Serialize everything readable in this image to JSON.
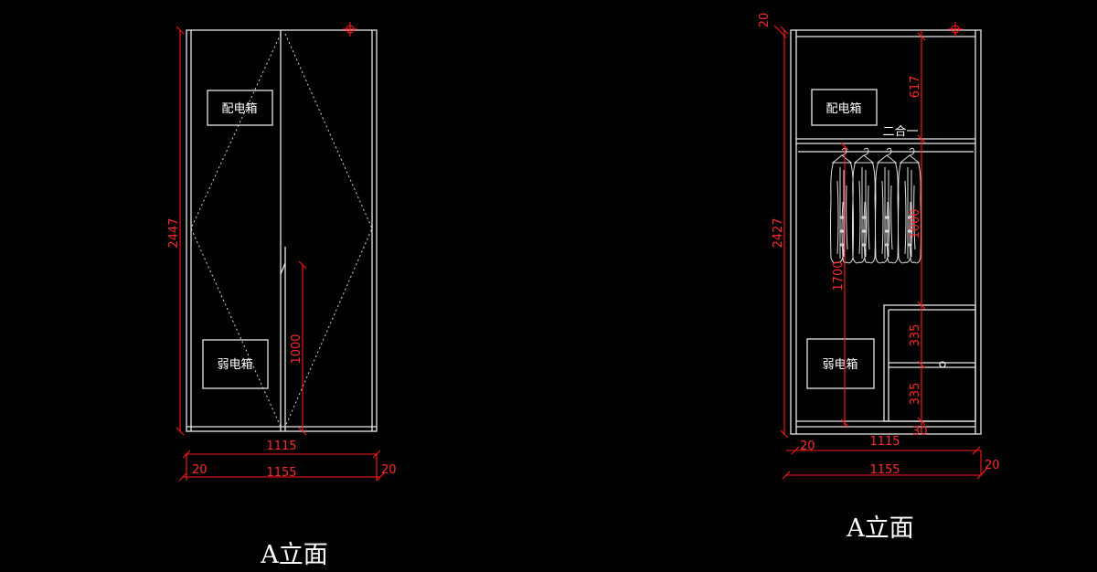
{
  "left": {
    "box_top": "配电箱",
    "box_bottom": "弱电箱",
    "dim_height": "2447",
    "dim_handle": "1000",
    "dim_inner": "1115",
    "dim_outer": "1155",
    "dim_side_left": "20",
    "dim_side_right": "20",
    "caption": "A立面"
  },
  "right": {
    "box_top": "配电箱",
    "box_bottom": "弱电箱",
    "shelf_label": "二合一",
    "dim_top": "20",
    "dim_height": "2427",
    "dim_617": "617",
    "dim_1000": "1000",
    "dim_1700": "1700",
    "dim_drawer1": "335",
    "dim_drawer2": "335",
    "dim_base": "30",
    "dim_side": "20",
    "dim_inner": "1115",
    "dim_outer": "1155",
    "dim_side_right": "20",
    "caption": "A立面"
  }
}
